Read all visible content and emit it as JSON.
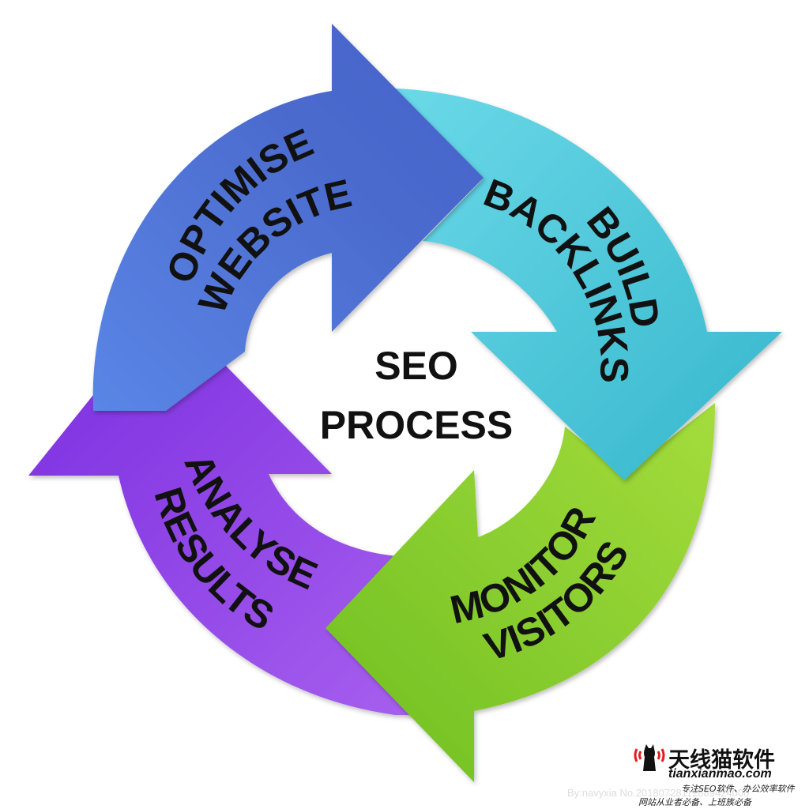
{
  "center": {
    "line1": "SEO",
    "line2": "PROCESS"
  },
  "steps": [
    {
      "id": "optimise",
      "line1": "OPTIMISE",
      "line2": "WEBSITE",
      "color": "#4f6fd4"
    },
    {
      "id": "build",
      "line1": "BUILD",
      "line2": "BACKLINKS",
      "color": "#3fc4d6"
    },
    {
      "id": "monitor",
      "line1": "MONITOR",
      "line2": "VISITORS",
      "color": "#7cc82c"
    },
    {
      "id": "analyse",
      "line1": "ANALYSE",
      "line2": "RESULTS",
      "color": "#8a3be0"
    }
  ],
  "watermark": {
    "brand": "天线猫软件",
    "site": "tianxianmao.com",
    "tagline1": "专注SEO软件、办公效率软件",
    "tagline2": "网站从业者必备、上班族必备",
    "icon": "cat-logo-icon"
  },
  "byline": "By:navyxia  No.20180728112889424000"
}
